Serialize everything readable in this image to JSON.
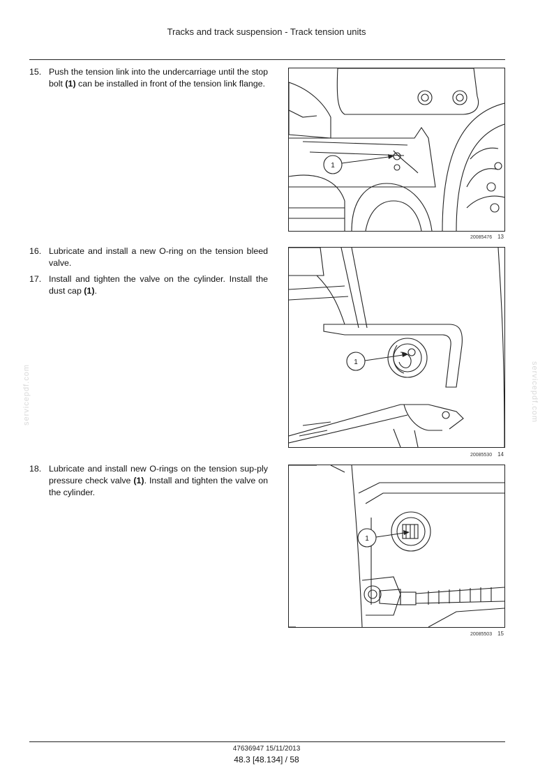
{
  "header": {
    "title": "Tracks and track suspension - Track tension units"
  },
  "steps": [
    {
      "num": "15.",
      "pre": "Push the tension link into the undercarriage until the stop bolt ",
      "bold": "(1)",
      "post": " can be installed in front of the tension link flange."
    },
    {
      "num": "16.",
      "pre": "Lubricate and install a new O-ring on the tension bleed valve.",
      "bold": "",
      "post": ""
    },
    {
      "num": "17.",
      "pre": "Install and tighten the valve on the cylinder. Install the dust cap ",
      "bold": "(1)",
      "post": "."
    },
    {
      "num": "18.",
      "pre": "Lubricate and install new O-rings on the tension sup-ply pressure check valve ",
      "bold": "(1)",
      "post": ". Install and tighten the valve on the cylinder."
    }
  ],
  "figures": [
    {
      "ref": "20085476",
      "number": "13",
      "callout": "1"
    },
    {
      "ref": "20085530",
      "number": "14",
      "callout": "1"
    },
    {
      "ref": "20085503",
      "number": "15",
      "callout": "1"
    }
  ],
  "watermark": "servicepdf.com",
  "footer": {
    "doc_ref": "47636947 15/11/2013",
    "page": "48.3 [48.134] / 58"
  }
}
